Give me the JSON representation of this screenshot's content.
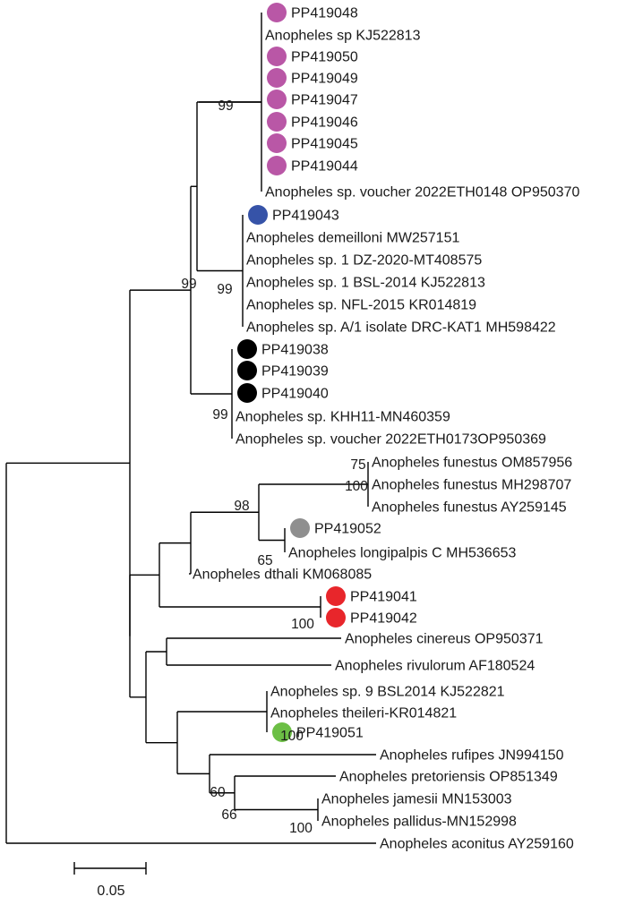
{
  "colors": {
    "magenta": "#b957a6",
    "blue": "#3653a8",
    "black": "#000000",
    "gray": "#8f8f8f",
    "red": "#e8262b",
    "green": "#6cbf45"
  },
  "scale_bar": {
    "label": "0.05",
    "value": 0.05
  },
  "tips": [
    {
      "label": "PP419048",
      "marker": "magenta"
    },
    {
      "label": "Anopheles sp KJ522813"
    },
    {
      "label": "PP419050",
      "marker": "magenta"
    },
    {
      "label": "PP419049",
      "marker": "magenta"
    },
    {
      "label": "PP419047",
      "marker": "magenta"
    },
    {
      "label": "PP419046",
      "marker": "magenta"
    },
    {
      "label": "PP419045",
      "marker": "magenta"
    },
    {
      "label": "PP419044",
      "marker": "magenta"
    },
    {
      "label": "Anopheles sp. voucher 2022ETH0148 OP950370"
    },
    {
      "label": "PP419043",
      "marker": "blue"
    },
    {
      "label": "Anopheles demeilloni MW257151"
    },
    {
      "label": "Anopheles sp. 1 DZ-2020-MT408575"
    },
    {
      "label": "Anopheles sp. 1 BSL-2014 KJ522813"
    },
    {
      "label": "Anopheles sp. NFL-2015 KR014819"
    },
    {
      "label": "Anopheles sp. A/1 isolate DRC-KAT1 MH598422"
    },
    {
      "label": "PP419038",
      "marker": "black"
    },
    {
      "label": "PP419039",
      "marker": "black"
    },
    {
      "label": "PP419040",
      "marker": "black"
    },
    {
      "label": "Anopheles sp. KHH11-MN460359"
    },
    {
      "label": "Anopheles sp. voucher 2022ETH0173OP950369"
    },
    {
      "label": "Anopheles funestus OM857956"
    },
    {
      "label": "Anopheles funestus MH298707"
    },
    {
      "label": "Anopheles funestus AY259145"
    },
    {
      "label": "PP419052",
      "marker": "gray"
    },
    {
      "label": "Anopheles longipalpis C MH536653"
    },
    {
      "label": "Anopheles dthali KM068085"
    },
    {
      "label": "PP419041",
      "marker": "red"
    },
    {
      "label": "PP419042",
      "marker": "red"
    },
    {
      "label": "Anopheles cinereus OP950371"
    },
    {
      "label": "Anopheles rivulorum AF180524"
    },
    {
      "label": "Anopheles sp. 9 BSL2014 KJ522821"
    },
    {
      "label": "Anopheles theileri-KR014821"
    },
    {
      "label": "PP419051",
      "marker": "green"
    },
    {
      "label": "Anopheles rufipes JN994150"
    },
    {
      "label": "Anopheles pretoriensis OP851349"
    },
    {
      "label": "Anopheles jamesii MN153003"
    },
    {
      "label": "Anopheles pallidus-MN152998"
    },
    {
      "label": "Anopheles aconitus AY259160"
    }
  ],
  "support_values": [
    "99",
    "99",
    "99",
    "99",
    "75",
    "100",
    "98",
    "65",
    "100",
    "100",
    "60",
    "66",
    "100"
  ]
}
